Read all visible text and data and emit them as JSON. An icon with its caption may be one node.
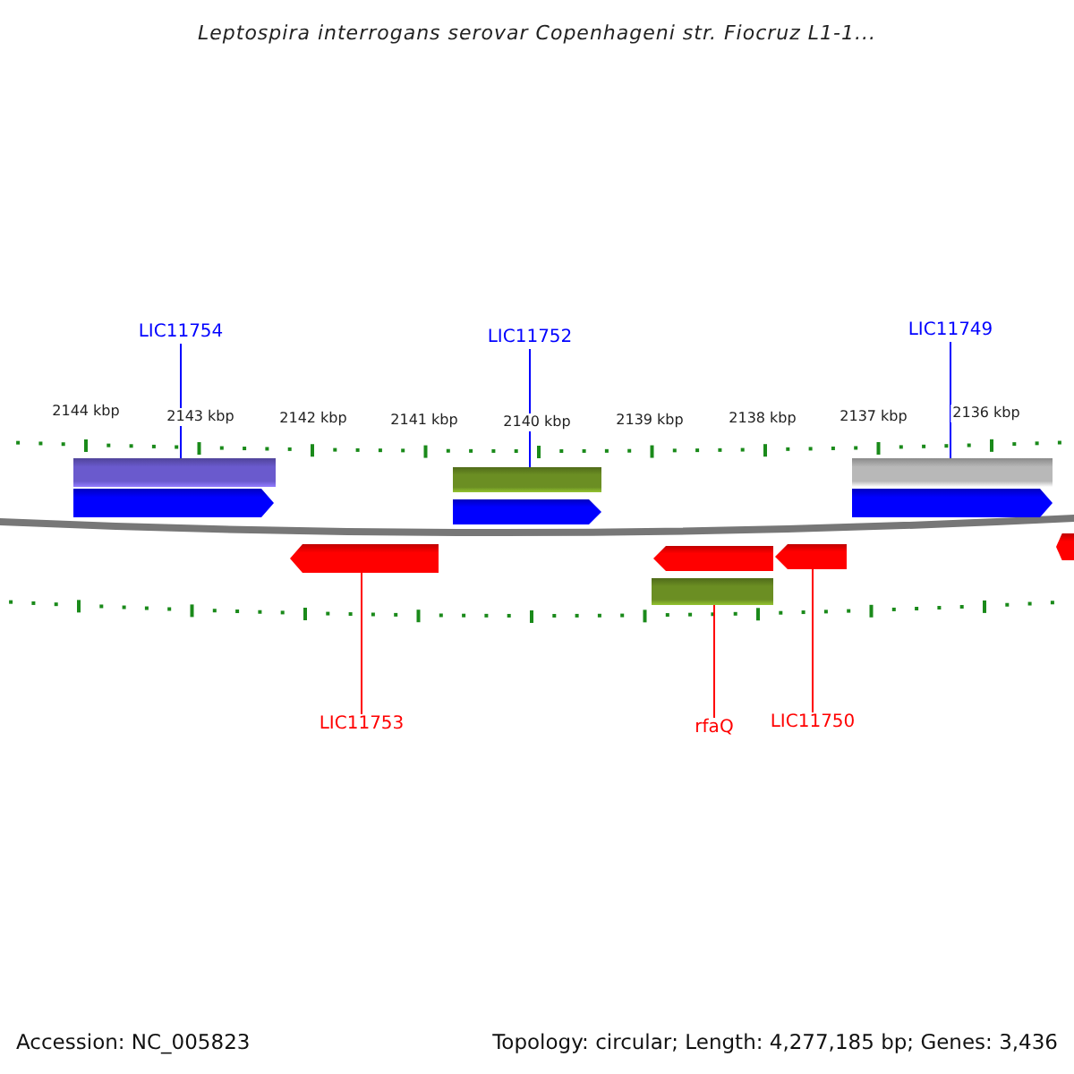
{
  "diagram": {
    "title": "Leptospira interrogans serovar Copenhageni str. Fiocruz L1-1...",
    "nodes": [
      {
        "text": [
          "LIC11754"
        ]
      },
      {
        "text": [
          "LIC11752"
        ]
      },
      {
        "text": [
          "LIC11749"
        ]
      },
      {
        "text": [],
        "shape": "bar"
      },
      {
        "text": [],
        "shape": "bar"
      },
      {
        "text": [],
        "shape": "bar"
      },
      {
        "text": [],
        "shape": "arrow"
      },
      {
        "text": [],
        "shape": "arrow"
      },
      {
        "text": [],
        "shape": "arrow"
      },
      {
        "text": [],
        "shape": "arrow"
      },
      {
        "text": [],
        "shape": "arrow"
      },
      {
        "text": [],
        "shape": "arrow"
      },
      {
        "text": [],
        "shape": "arrow"
      },
      {
        "text": [],
        "shape": "bar"
      },
      {
        "text": [
          "LIC11753"
        ]
      },
      {
        "text": [
          "rfaQ"
        ]
      },
      {
        "text": [
          "LIC11750"
        ]
      }
    ],
    "edges": [
      {
        "from": 0,
        "to": 3,
        "arrow": "none"
      },
      {
        "from": 1,
        "to": 4,
        "arrow": "none"
      },
      {
        "from": 2,
        "to": 5,
        "arrow": "none"
      },
      {
        "from": 14,
        "to": 9,
        "arrow": "none",
        "color": "#ff0000"
      },
      {
        "from": 15,
        "to": 13,
        "arrow": "none",
        "color": "#ff0000"
      },
      {
        "from": 16,
        "to": 11,
        "arrow": "none",
        "color": "#ff0000"
      }
    ],
    "labels": [
      "2144 kbp",
      "2143 kbp",
      "2142 kbp",
      "2141 kbp",
      "2140 kbp",
      "2139 kbp",
      "2138 kbp",
      "2137 kbp",
      "2136 kbp",
      "Accession: NC_005823",
      "Topology: circular; Length: 4,277,185 bp; Genes: 3,436"
    ]
  }
}
